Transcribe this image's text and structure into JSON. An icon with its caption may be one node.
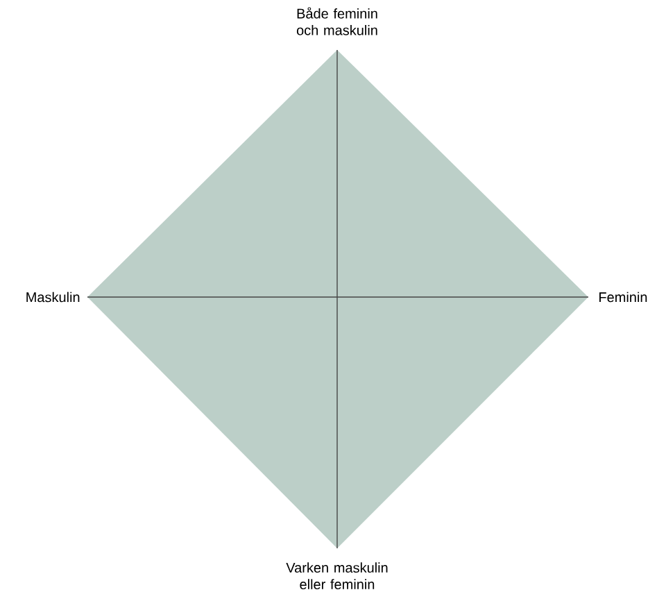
{
  "diagram": {
    "labels": [
      "Både feminin och maskulin",
      "Maskulin",
      "Feminin",
      "Varken maskulin eller feminin"
    ]
  }
}
